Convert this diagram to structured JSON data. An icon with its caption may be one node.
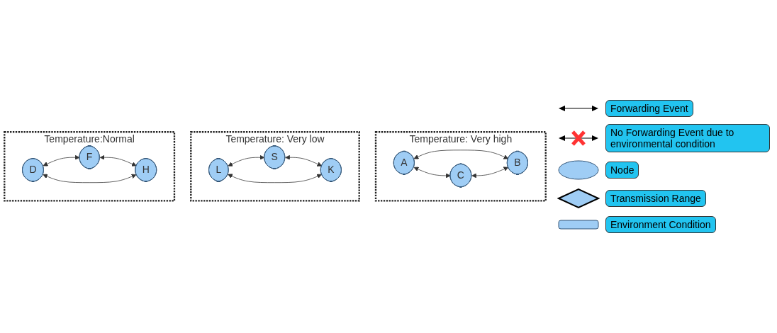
{
  "diagram": {
    "nodes": [
      {
        "text": [
          "Temperature: Very high"
        ]
      },
      {
        "text": [
          "A"
        ],
        "in": 0
      },
      {
        "text": [
          "C"
        ],
        "in": 0
      },
      {
        "text": [
          "B"
        ],
        "in": 0
      },
      {
        "text": [
          "Temperature: Very low"
        ]
      },
      {
        "text": [
          "L"
        ],
        "in": 4
      },
      {
        "text": [
          "S"
        ],
        "in": 4
      },
      {
        "text": [
          "K"
        ],
        "in": 4
      },
      {
        "text": [
          "Temperature:Normal"
        ]
      },
      {
        "text": [
          "D"
        ],
        "in": 8
      },
      {
        "text": [
          "F"
        ],
        "in": 8
      },
      {
        "text": [
          "H"
        ],
        "in": 8
      }
    ],
    "edges": [
      {
        "from": 1,
        "to": 2,
        "arrow": "both"
      },
      {
        "from": 1,
        "to": 3,
        "arrow": "both"
      },
      {
        "from": 2,
        "to": 3,
        "arrow": "both"
      },
      {
        "from": 5,
        "to": 6,
        "arrow": "both"
      },
      {
        "from": 6,
        "to": 7,
        "arrow": "both"
      },
      {
        "from": 7,
        "to": 5,
        "arrow": "both"
      },
      {
        "from": 9,
        "to": 10,
        "arrow": "both"
      },
      {
        "from": 10,
        "to": 11,
        "arrow": "both"
      },
      {
        "from": 11,
        "to": 9,
        "arrow": "both"
      }
    ],
    "legend": [
      {
        "text": "Forwarding Event"
      },
      {
        "text": "No Forwarding Event due to environmental condition"
      },
      {
        "text": "Node"
      },
      {
        "text": "Transmission Range"
      },
      {
        "text": "Environment Condition"
      }
    ]
  }
}
